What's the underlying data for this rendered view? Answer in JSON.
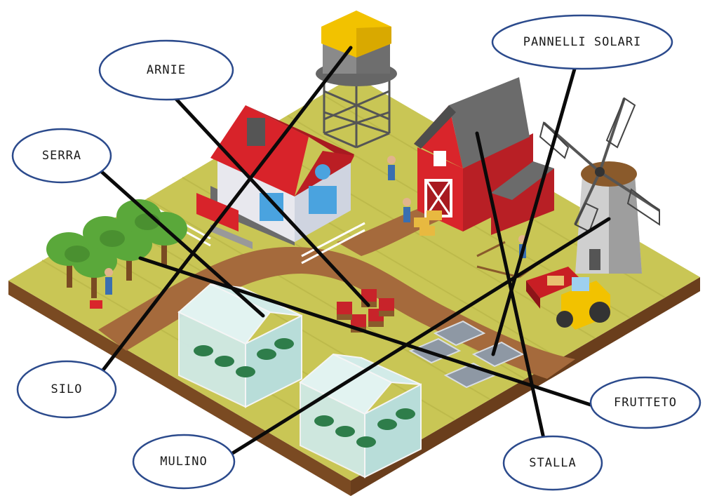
{
  "labels": {
    "arnie": "ARNIE",
    "serra": "SERRA",
    "silo": "SILO",
    "mulino": "MULINO",
    "pannelli_solari": "PANNELLI SOLARI",
    "frutteto": "FRUTTETO",
    "stalla": "STALLA"
  },
  "colors": {
    "ground": "#c9c655",
    "ground_stripe": "#b9b648",
    "soil": "#8a5a2b",
    "path": "#a56a3c",
    "barn_red": "#d9252b",
    "roof_grey": "#6b6b6b",
    "house_roof": "#d8232a",
    "tank_yellow": "#f2c200",
    "tree_green": "#5aa83a",
    "glass": "#cfe9e6",
    "ellipse_stroke": "#2b4a8c"
  }
}
